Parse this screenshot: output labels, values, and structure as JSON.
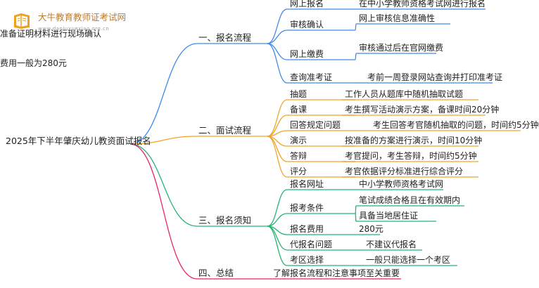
{
  "brand": {
    "title": "大牛教育教师证考试网",
    "url": "www.daniuxuexiao.org.cn",
    "logo_icon": "book-icon",
    "logo_color": "#f0a020"
  },
  "root": {
    "label": "2025年下半年肇庆幼儿教资面试报名"
  },
  "sections": [
    {
      "label": "一、报名流程",
      "color": "#3d8be8",
      "items": [
        {
          "label": "网上报名",
          "details": [
            "在中小学教师资格考试网进行报名"
          ]
        },
        {
          "label": "审核确认",
          "details": [
            "网上审核信息准确性",
            "准备证明材料进行现场确认"
          ]
        },
        {
          "label": "网上缴费",
          "details": [
            "审核通过后在官网缴费",
            "费用一般为280元"
          ]
        },
        {
          "label": "查询准考证",
          "details": [
            "考前一周登录网站查询并打印准考证"
          ]
        }
      ]
    },
    {
      "label": "二、面试流程",
      "color": "#f1a32c",
      "items": [
        {
          "label": "抽题",
          "details": [
            "工作人员从题库中随机抽取试题"
          ]
        },
        {
          "label": "备课",
          "details": [
            "考生撰写活动演示方案，备课时间20分钟"
          ]
        },
        {
          "label": "回答规定问题",
          "details": [
            "考生回答考官随机抽取的问题，时间约5分钟"
          ]
        },
        {
          "label": "演示",
          "details": [
            "按准备的方案进行演示，时间10分钟"
          ]
        },
        {
          "label": "答辩",
          "details": [
            "考官提问，考生答辩，时间约5分钟"
          ]
        },
        {
          "label": "评分",
          "details": [
            "考官依据评分标准进行综合评分"
          ]
        }
      ]
    },
    {
      "label": "三、报名须知",
      "color": "#22b573",
      "items": [
        {
          "label": "报名网址",
          "details": [
            "中小学教师资格考试网"
          ]
        },
        {
          "label": "报考条件",
          "details": [
            "笔试成绩合格且在有效期内",
            "具备当地居住证"
          ]
        },
        {
          "label": "报名费用",
          "details": [
            "280元"
          ]
        },
        {
          "label": "代报名问题",
          "details": [
            "不建议代报名"
          ]
        },
        {
          "label": "考区选择",
          "details": [
            "一般只能选择一个考区"
          ]
        }
      ]
    },
    {
      "label": "四、总结",
      "color": "#e6226a",
      "items": [],
      "details": [
        "了解报名流程和注意事项至关重要"
      ]
    }
  ]
}
